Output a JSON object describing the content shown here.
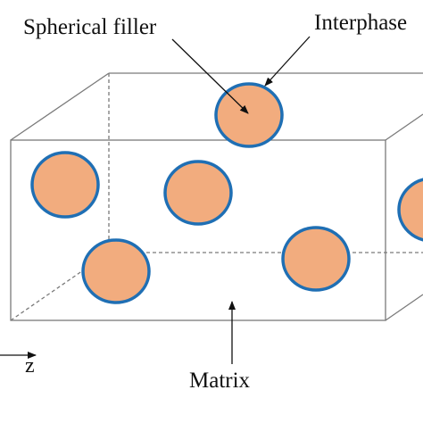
{
  "labels": {
    "spherical_filler": "Spherical filler",
    "interphase": "Interphase",
    "matrix": "Matrix",
    "z_axis": "z"
  },
  "colors": {
    "filler_fill": "#f2ac7e",
    "interphase_ring": "#1f6fb4",
    "box_edge": "#7a7a7a",
    "text": "#111111"
  },
  "particle_count": 6
}
